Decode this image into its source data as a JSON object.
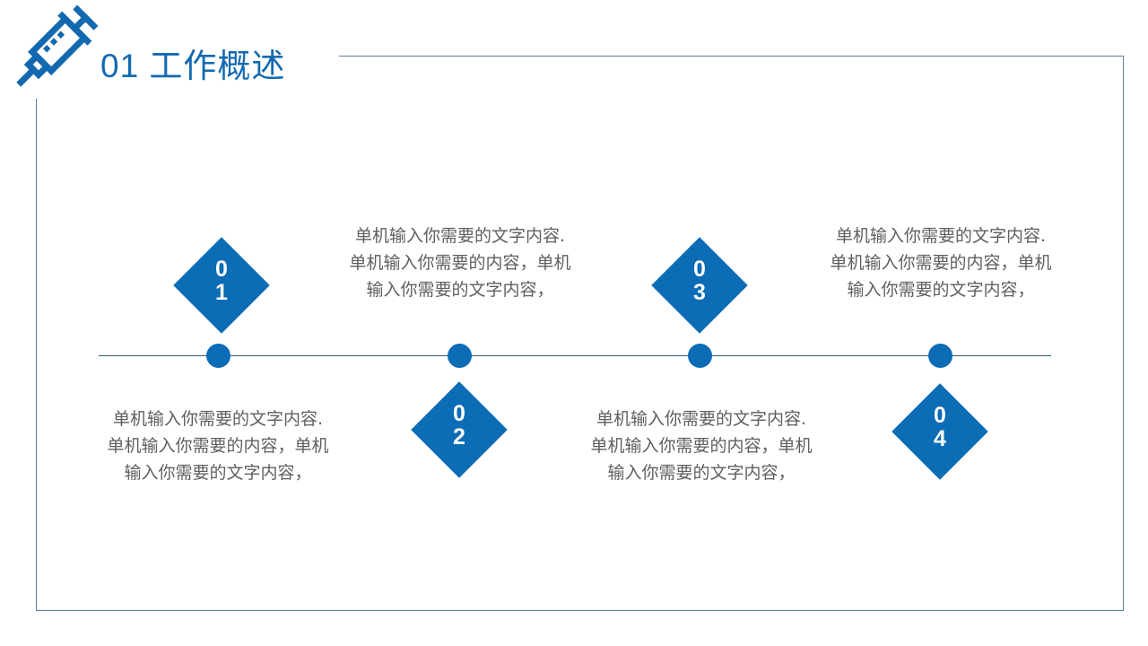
{
  "slide": {
    "header": {
      "icon": "syringe-icon",
      "number": "01",
      "title": "工作概述",
      "full_title": "01  工作概述",
      "accent_color": "#1269b0"
    },
    "theme": {
      "primary_blue": "#0c6cb5",
      "title_blue": "#1269b0",
      "frame_border": "#5b7f96",
      "axis_line": "#2b5f7e",
      "body_text": "#5f5f5f",
      "background": "#ffffff"
    },
    "timeline": {
      "milestones": [
        {
          "number": "01",
          "digit_top": "0",
          "digit_bottom": "1",
          "diamond_position": "above",
          "text_position": "below",
          "text": "单机输入你需要的文字内容. 单机输入你需要的内容，单机输入你需要的文字内容，"
        },
        {
          "number": "02",
          "digit_top": "0",
          "digit_bottom": "2",
          "diamond_position": "below",
          "text_position": "above",
          "text": "单机输入你需要的文字内容. 单机输入你需要的内容，单机输入你需要的文字内容，"
        },
        {
          "number": "03",
          "digit_top": "0",
          "digit_bottom": "3",
          "diamond_position": "above",
          "text_position": "below",
          "text": "单机输入你需要的文字内容. 单机输入你需要的内容，单机输入你需要的文字内容，"
        },
        {
          "number": "04",
          "digit_top": "0",
          "digit_bottom": "4",
          "diamond_position": "below",
          "text_position": "above",
          "text": "单机输入你需要的文字内容. 单机输入你需要的内容，单机输入你需要的文字内容，"
        }
      ]
    }
  }
}
